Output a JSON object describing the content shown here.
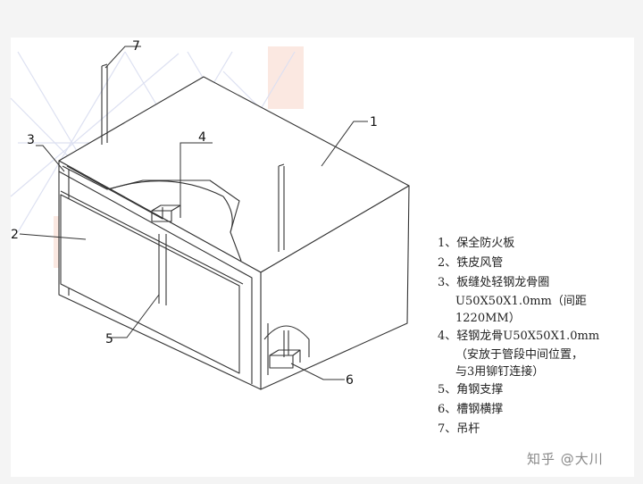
{
  "callouts": {
    "c1": "1",
    "c2": "2",
    "c3": "3",
    "c4": "4",
    "c5": "5",
    "c6": "6",
    "c7": "7"
  },
  "legend": {
    "item1": "1、保全防火板",
    "item2": "2、铁皮风管",
    "item3_l1": "3、板缝处轻钢龙骨圈",
    "item3_l2": "U50X50X1.0mm（间距",
    "item3_l3": "1220MM）",
    "item4_l1": "4、轻钢龙骨U50X50X1.0mm",
    "item4_l2": "（安放于管段中间位置，",
    "item4_l3": "与3用铆钉连接）",
    "item5": "5、角钢支撑",
    "item6": "6、槽钢横撑",
    "item7": "7、吊杆"
  },
  "watermark": "知乎 @大川",
  "colors": {
    "line": "#333333",
    "deco_pink": "#f7c9bd",
    "deco_blue": "#d7dcf0"
  }
}
